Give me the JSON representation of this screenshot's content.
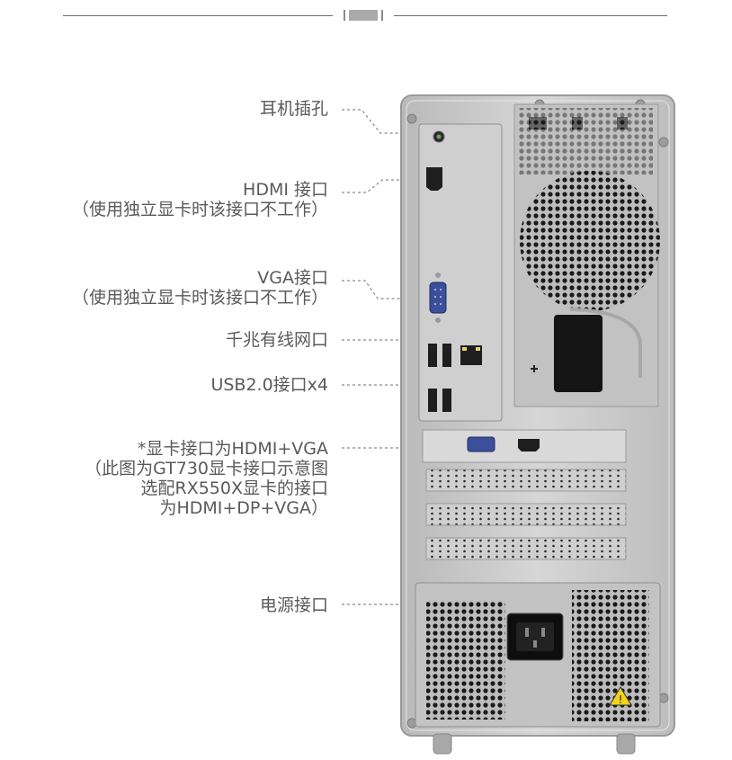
{
  "labels": [
    {
      "id": "headphone",
      "lines": [
        "耳机插孔"
      ]
    },
    {
      "id": "hdmi",
      "lines": [
        "HDMI 接口",
        "（使用独立显卡时该接口不工作）"
      ]
    },
    {
      "id": "vga",
      "lines": [
        "VGA接口",
        "（使用独立显卡时该接口不工作）"
      ]
    },
    {
      "id": "ethernet",
      "lines": [
        "千兆有线网口"
      ]
    },
    {
      "id": "usb",
      "lines": [
        "USB2.0接口x4"
      ]
    },
    {
      "id": "gpu",
      "lines": [
        "*显卡接口为HDMI+VGA",
        "（此图为GT730显卡接口示意图",
        "选配RX550X显卡的接口",
        "为HDMI+DP+VGA）"
      ]
    },
    {
      "id": "power",
      "lines": [
        "电源接口"
      ]
    }
  ],
  "colors": {
    "label_text": "#5a5a5a",
    "leader_line": "#8a8a8a",
    "chassis": "#c9c9c9",
    "chassis_edge": "#9a9a9a",
    "port_dark": "#1e1e1e",
    "vga_blue": "#3b4f9a",
    "ethernet_yellow": "#e8d36a",
    "warning_yellow": "#f3d21b"
  },
  "icons": [
    "headphone-jack-icon",
    "hdmi-port-icon",
    "vga-port-icon",
    "ethernet-port-icon",
    "usb-port-icon",
    "power-socket-icon",
    "warning-triangle-icon",
    "fan-grille-icon"
  ]
}
